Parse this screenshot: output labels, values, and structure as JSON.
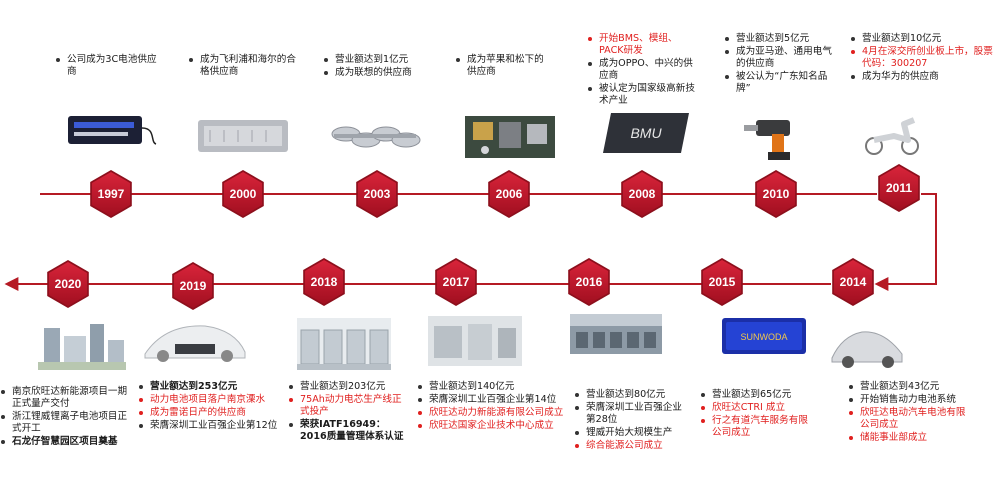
{
  "colors": {
    "line": "#b51a24",
    "hex": "#c3172a",
    "hex_edge": "#8d0f1c",
    "red_text": "#e0201f"
  },
  "milestones": [
    {
      "year": "1997",
      "picture": "3c-battery-pack",
      "notes": [
        {
          "text": "公司成为3C电池供应商",
          "style": "black"
        }
      ]
    },
    {
      "year": "2000",
      "picture": "battery-module-box",
      "notes": [
        {
          "text": "成为飞利浦和海尔的合格供应商",
          "style": "black"
        }
      ]
    },
    {
      "year": "2003",
      "picture": "battery-cells",
      "notes": [
        {
          "text": "营业额达到1亿元",
          "style": "black"
        },
        {
          "text": "成为联想的供应商",
          "style": "black"
        }
      ]
    },
    {
      "year": "2006",
      "picture": "circuit-board",
      "notes": [
        {
          "text": "成为苹果和松下的供应商",
          "style": "black"
        }
      ]
    },
    {
      "year": "2008",
      "picture": "bmu-module",
      "notes": [
        {
          "text": "开始BMS、模组、PACK研发",
          "style": "red"
        },
        {
          "text": "成为OPPO、中兴的供应商",
          "style": "black"
        },
        {
          "text": "被认定为国家级高新技术产业",
          "style": "black"
        }
      ]
    },
    {
      "year": "2010",
      "picture": "power-drill",
      "notes": [
        {
          "text": "营业额达到5亿元",
          "style": "black"
        },
        {
          "text": "成为亚马逊、通用电气的供应商",
          "style": "black"
        },
        {
          "text": "被公认为“广东知名品牌”",
          "style": "black"
        }
      ]
    },
    {
      "year": "2011",
      "picture": "electric-scooter",
      "notes": [
        {
          "text": "营业额达到10亿元",
          "style": "black"
        },
        {
          "text": "4月在深交所创业板上市，股票代码：300207",
          "style": "red"
        },
        {
          "text": "成为华为的供应商",
          "style": "black"
        }
      ]
    },
    {
      "year": "2014",
      "picture": "electric-car",
      "notes": [
        {
          "text": "营业额达到43亿元",
          "style": "black"
        },
        {
          "text": "开始销售动力电池系统",
          "style": "black"
        },
        {
          "text": "欣旺达电动汽车电池有限公司成立",
          "style": "red"
        },
        {
          "text": "储能事业部成立",
          "style": "red"
        }
      ]
    },
    {
      "year": "2015",
      "picture": "sunwoda-battery",
      "notes": [
        {
          "text": "营业额达到65亿元",
          "style": "black"
        },
        {
          "text": "欣旺达CTRI 成立",
          "style": "red"
        },
        {
          "text": "行之有道汽车服务有限公司成立",
          "style": "red"
        }
      ]
    },
    {
      "year": "2016",
      "picture": "production-floor",
      "notes": [
        {
          "text": "营业额达到80亿元",
          "style": "black"
        },
        {
          "text": "荣膺深圳工业百强企业第28位",
          "style": "black"
        },
        {
          "text": "锂威开始大规模生产",
          "style": "black"
        },
        {
          "text": "综合能源公司成立",
          "style": "red"
        }
      ]
    },
    {
      "year": "2017",
      "picture": "clean-room",
      "notes": [
        {
          "text": "营业额达到140亿元",
          "style": "black"
        },
        {
          "text": "荣膺深圳工业百强企业第14位",
          "style": "black"
        },
        {
          "text": "欣旺达动力新能源有限公司成立",
          "style": "red"
        },
        {
          "text": "欣旺达国家企业技术中心成立",
          "style": "red"
        }
      ]
    },
    {
      "year": "2018",
      "picture": "factory-line",
      "notes": [
        {
          "text": "营业额达到203亿元",
          "style": "black"
        },
        {
          "text": "75Ah动力电芯生产线正式投产",
          "style": "red"
        },
        {
          "text": "荣获IATF16949：2016质量管理体系认证",
          "style": "bold"
        }
      ]
    },
    {
      "year": "2019",
      "picture": "ev-chassis",
      "notes": [
        {
          "text": "营业额达到253亿元",
          "style": "bold"
        },
        {
          "text": "动力电池项目落户南京溧水",
          "style": "red"
        },
        {
          "text": "成为雷诺日产的供应商",
          "style": "red"
        },
        {
          "text": "荣膺深圳工业百强企业第12位",
          "style": "black"
        }
      ]
    },
    {
      "year": "2020",
      "picture": "industrial-park",
      "notes": [
        {
          "text": "南京欣旺达新能源项目一期正式量产交付",
          "style": "black"
        },
        {
          "text": "浙江锂威锂离子电池项目正式开工",
          "style": "black"
        },
        {
          "text": "石龙仔智慧园区项目奠基",
          "style": "bold"
        }
      ]
    }
  ]
}
